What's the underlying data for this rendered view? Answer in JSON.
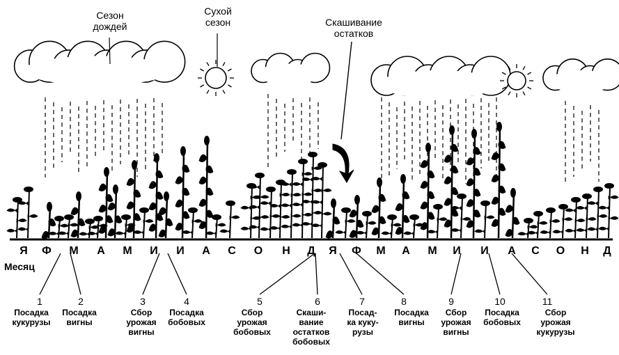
{
  "labels": {
    "rain_season": "Сезон\nдождей",
    "dry_season": "Сухой\nсезон",
    "mowing": "Скашивание\nостатков",
    "month": "Месяц"
  },
  "months": [
    "Я",
    "Ф",
    "М",
    "А",
    "М",
    "И",
    "И",
    "А",
    "С",
    "О",
    "Н",
    "Д",
    "Я",
    "Ф",
    "М",
    "А",
    "М",
    "И",
    "И",
    "А",
    "С",
    "О",
    "Н",
    "Д"
  ],
  "events": [
    {
      "num": "1",
      "text": "Посадка\nкукурузы"
    },
    {
      "num": "2",
      "text": "Посадка\nвигны"
    },
    {
      "num": "3",
      "text": "Сбор\nурожая\nвигны"
    },
    {
      "num": "4",
      "text": "Посадка\nбобовых"
    },
    {
      "num": "5",
      "text": "Сбор\nурожая\nбобовых"
    },
    {
      "num": "6",
      "text": "Скаши-\nвание\nостатков\nбобовых"
    },
    {
      "num": "7",
      "text": "Посад-\nка куку-\nрузы"
    },
    {
      "num": "8",
      "text": "Посадка\nвигны"
    },
    {
      "num": "9",
      "text": "Сбор\nурожая\nвигны"
    },
    {
      "num": "10",
      "text": "Посадка\nбобовых"
    },
    {
      "num": "11",
      "text": "Сбор\nурожая\nкукурузы"
    }
  ],
  "icons": [
    "cloud-icon",
    "sun-icon",
    "rain-icon",
    "plant-icon",
    "arrow-icon"
  ]
}
